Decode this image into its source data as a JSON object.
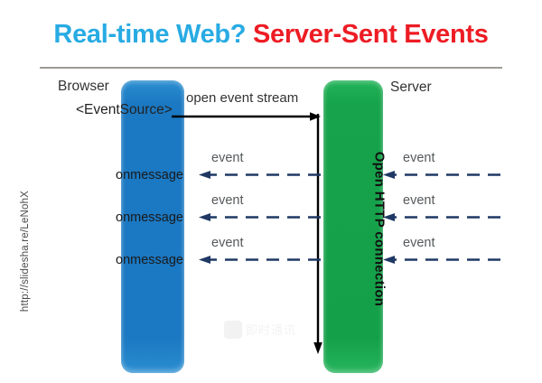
{
  "slide": {
    "title_primary": "Real-time Web?",
    "title_secondary": "Server-Sent Events",
    "source_url": "http://slidesha.re/LeNohX",
    "watermark_text": "即时通讯"
  },
  "colors": {
    "title_primary": "#28ABE3",
    "title_secondary": "#ED1C24",
    "browser_box": "#1B78C2",
    "server_box": "#16A34B",
    "dashed_arrow": "#1F3864",
    "solid_arrow": "#000000",
    "rule": "#9D9A96"
  },
  "diagram": {
    "browser": {
      "label": "Browser",
      "api_label": "<EventSource>"
    },
    "server": {
      "label": "Server",
      "connection_caption": "Open HTTP connection"
    },
    "open_stream": {
      "label": "open event stream"
    },
    "messages": [
      {
        "handler": "onmessage",
        "client_event": "event",
        "server_event": "event"
      },
      {
        "handler": "onmessage",
        "client_event": "event",
        "server_event": "event"
      },
      {
        "handler": "onmessage",
        "client_event": "event",
        "server_event": "event"
      }
    ]
  }
}
